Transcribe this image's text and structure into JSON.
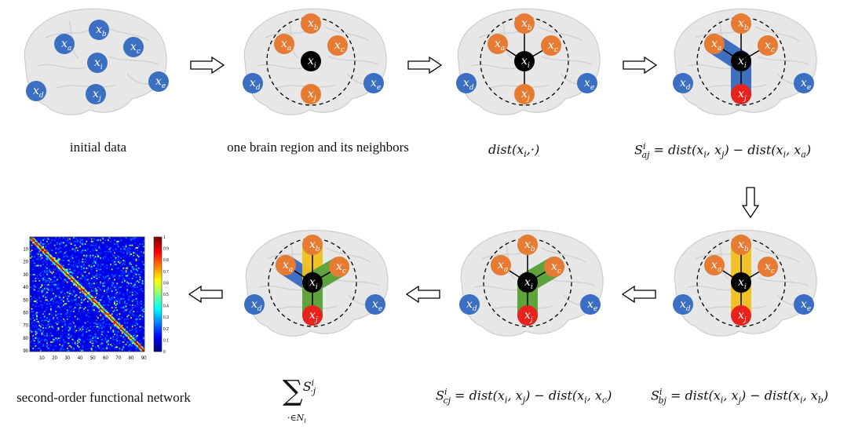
{
  "node_labels": {
    "a": "x_a",
    "b": "x_b",
    "c": "x_c",
    "d": "x_d",
    "e": "x_e",
    "i": "x_i",
    "j": "x_j"
  },
  "captions": {
    "panel1": "initial data",
    "panel2": "one brain region and its neighbors",
    "panel3": "dist(x_i,·)",
    "panel4": "S_aj^i = dist(x_i, x_j) − dist(x_i, x_a)",
    "panel5": "S_bj^i = dist(x_i, x_j) − dist(x_i, x_b)",
    "panel6": "S_cj^i = dist(x_i, x_j) − dist(x_i, x_c)",
    "panel7": "∑ S_·j^i  (·∈N_i)",
    "panel8": "second-order functional network"
  },
  "colors": {
    "node_blue": "#3b6fc2",
    "node_orange": "#e67b34",
    "node_center": "#000000",
    "node_red": "#e8231e",
    "band_blue": "#3f6fc0",
    "band_yellow": "#f2c11a",
    "band_green": "#5ea33c",
    "brain": "#e7e7e7"
  },
  "chart_data": {
    "type": "heatmap",
    "x_ticks": [
      "10",
      "20",
      "30",
      "40",
      "50",
      "60",
      "70",
      "80",
      "90"
    ],
    "y_ticks": [
      "10",
      "20",
      "30",
      "40",
      "50",
      "60",
      "70",
      "80",
      "90"
    ],
    "colorbar_ticks": [
      "0",
      "0.1",
      "0.2",
      "0.3",
      "0.4",
      "0.5",
      "0.6",
      "0.7",
      "0.8",
      "0.9",
      "1"
    ],
    "range": [
      0,
      1
    ],
    "colormap": "jet"
  }
}
